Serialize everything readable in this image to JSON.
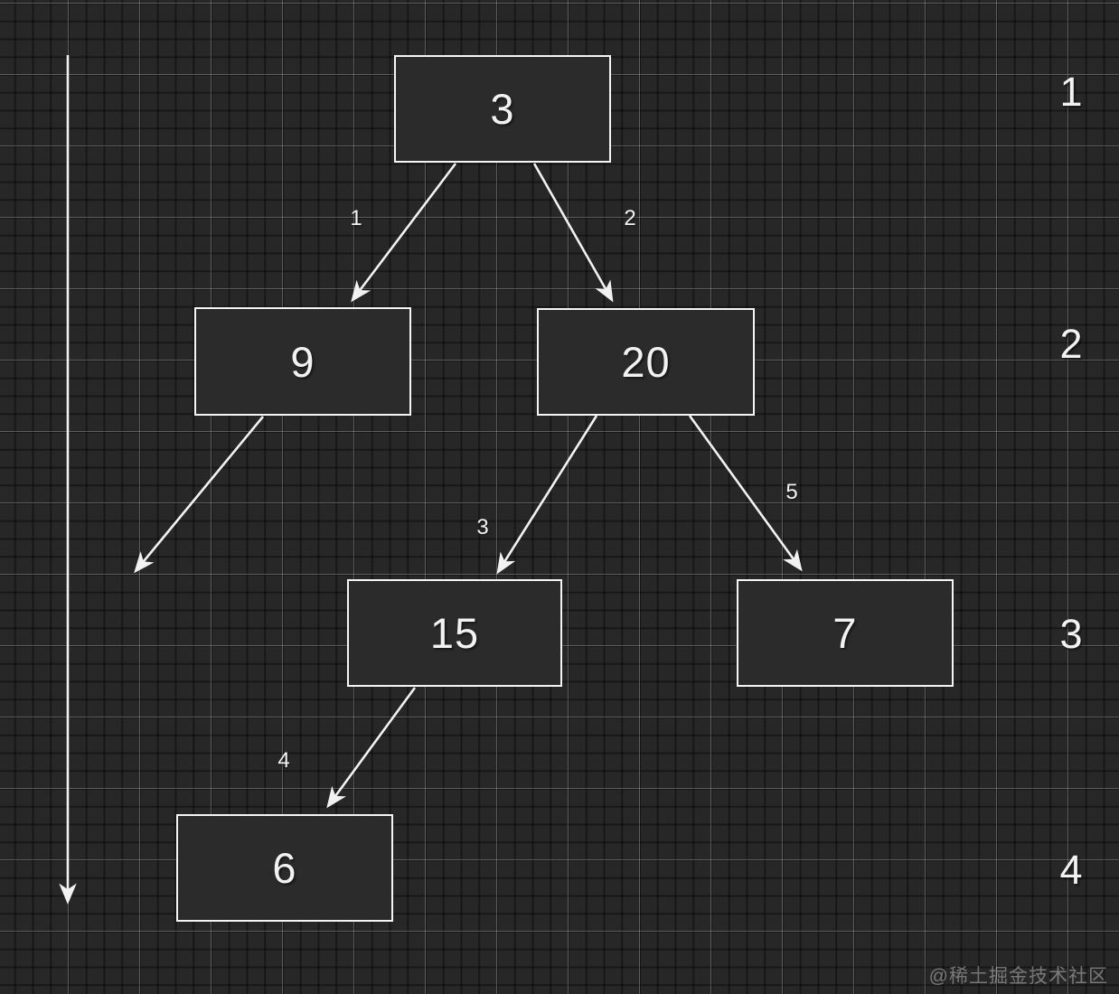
{
  "diagram": {
    "nodes": [
      {
        "id": "3",
        "value": "3",
        "level": 1
      },
      {
        "id": "9",
        "value": "9",
        "level": 2
      },
      {
        "id": "20",
        "value": "20",
        "level": 2
      },
      {
        "id": "15",
        "value": "15",
        "level": 3
      },
      {
        "id": "7",
        "value": "7",
        "level": 3
      },
      {
        "id": "6",
        "value": "6",
        "level": 4
      }
    ],
    "edges": [
      {
        "label": "1",
        "from": "3",
        "to": "9"
      },
      {
        "label": "2",
        "from": "3",
        "to": "20"
      },
      {
        "label": "3",
        "from": "20",
        "to": "15"
      },
      {
        "label": "4",
        "from": "15",
        "to": "6"
      },
      {
        "label": "5",
        "from": "20",
        "to": "7"
      },
      {
        "label": "",
        "from": "9",
        "to": ""
      }
    ],
    "level_labels": [
      "1",
      "2",
      "3",
      "4"
    ]
  },
  "watermark": "@稀土掘金技术社区",
  "colors": {
    "background": "#272727",
    "grid_major": "#aaaaaa",
    "node_fill": "#2b2b2b",
    "node_border": "#f5f5f5",
    "line": "#f2f2f2",
    "text": "#f2f2f2"
  }
}
